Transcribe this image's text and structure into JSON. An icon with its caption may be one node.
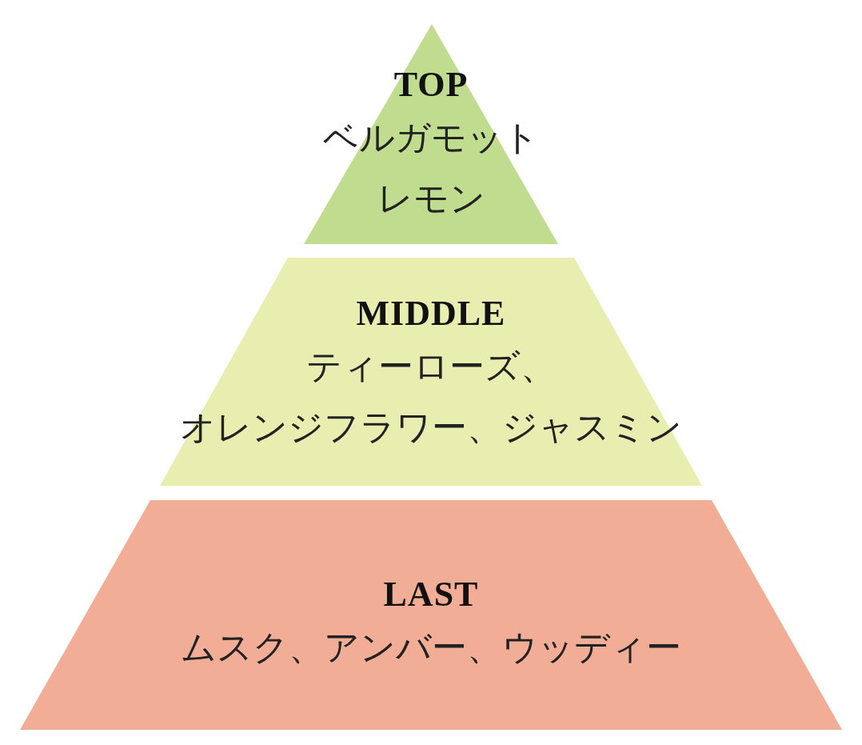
{
  "diagram": {
    "nodes": [
      {
        "text": [
          "TOP",
          "ベルガモット",
          "レモン"
        ]
      },
      {
        "text": [
          "MIDDLE",
          "ティーローズ、オレンジフラワー、ジャスミン"
        ]
      },
      {
        "text": [
          "LAST",
          "ムスク、アンバー、ウッディー"
        ]
      }
    ]
  }
}
